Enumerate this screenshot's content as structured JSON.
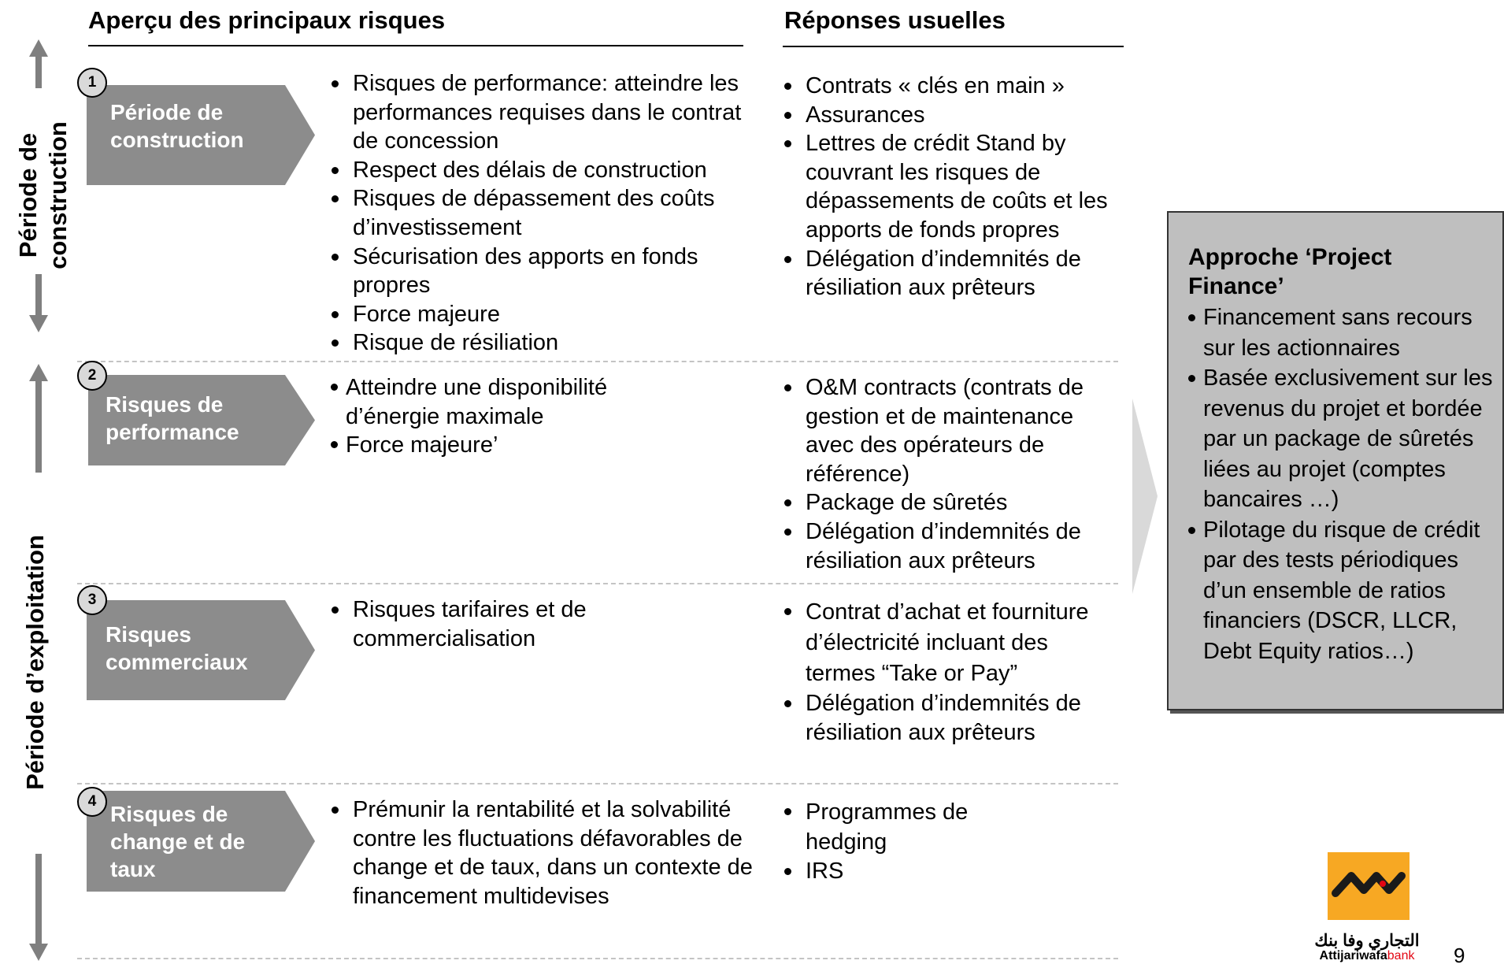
{
  "headers": {
    "risks": "Aperçu des principaux risques",
    "responses": "Réponses usuelles"
  },
  "side_labels": {
    "construction": "Période de\nconstruction",
    "exploitation": "Période d’exploitation"
  },
  "rows": [
    {
      "number": "1",
      "chevron": "Période de\nconstruction",
      "risks": [
        "Risques de performance: atteindre les performances requises dans le contrat de concession",
        "Respect des délais de construction",
        "Risques de dépassement des coûts d’investissement",
        "Sécurisation des apports en fonds propres",
        "Force majeure",
        "Risque de résiliation"
      ],
      "responses": [
        "Contrats « clés en main »",
        "Assurances",
        "Lettres de crédit Stand by couvrant les risques de dépassements de coûts et les apports de fonds propres",
        "Délégation d’indemnités de résiliation aux prêteurs"
      ]
    },
    {
      "number": "2",
      "chevron": "Risques de\nperformance",
      "risks": [
        "Atteindre une disponibilité d’énergie maximale",
        "Force majeure’"
      ],
      "responses": [
        "O&M contracts (contrats de gestion et de maintenance avec des opérateurs de référence)",
        "Package de sûretés",
        "Délégation d’indemnités de résiliation aux prêteurs"
      ]
    },
    {
      "number": "3",
      "chevron": "Risques\ncommerciaux",
      "risks": [
        "Risques tarifaires et de commercialisation"
      ],
      "responses": [
        "Contrat d’achat et fourniture d’électricité incluant des termes “Take or Pay”",
        "Délégation d’indemnités de résiliation aux prêteurs"
      ]
    },
    {
      "number": "4",
      "chevron": "Risques de\nchange et de\ntaux",
      "risks": [
        "Prémunir la rentabilité et la solvabilité contre les fluctuations défavorables de change et de taux, dans un contexte de financement multidevises"
      ],
      "responses": [
        "Programmes de hedging",
        "IRS"
      ]
    }
  ],
  "project_finance": {
    "title": "Approche ‘Project\nFinance’",
    "items": [
      "Financement sans recours sur les actionnaires",
      "Basée exclusivement sur les revenus du projet et bordée par un package de sûretés liées au projet (comptes bancaires …)",
      "Pilotage du risque de crédit par des tests périodiques d’un ensemble de ratios financiers (DSCR, LLCR, Debt Equity ratios…)"
    ]
  },
  "logo": {
    "arabic": "التجاري وفا بنك",
    "latin_main": "Attijariwafa",
    "latin_accent": "bank",
    "colors": {
      "bg": "#f7a823",
      "mark": "#1a1a1a",
      "accent": "#e30613"
    }
  },
  "page_number": "9",
  "colors": {
    "chevron": "#8c8c8c",
    "arrow": "#7f7f7f",
    "box": "#bfbfbf"
  }
}
